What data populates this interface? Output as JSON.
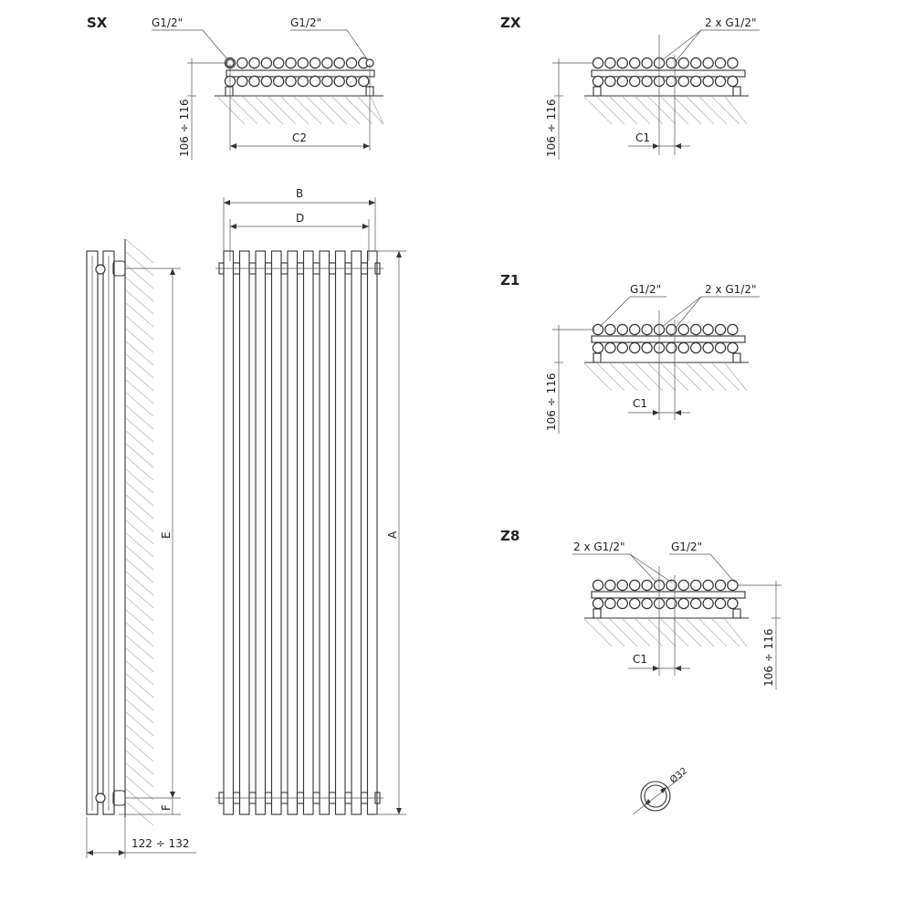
{
  "views": {
    "sx": {
      "heading": "SX",
      "label_left": "G1/2\"",
      "label_right": "G1/2\"",
      "height_dim": "106 ÷ 116",
      "spacing_dim": "C2"
    },
    "zx": {
      "heading": "ZX",
      "label_double": "2 x G1/2\"",
      "height_dim": "106 ÷ 116",
      "spacing_dim": "C1"
    },
    "z1": {
      "heading": "Z1",
      "label_single": "G1/2\"",
      "label_double": "2 x G1/2\"",
      "height_dim": "106 ÷ 116",
      "spacing_dim": "C1"
    },
    "z8": {
      "heading": "Z8",
      "label_double": "2 x G1/2\"",
      "label_single": "G1/2\"",
      "height_dim": "106 ÷ 116",
      "spacing_dim": "C1"
    }
  },
  "front_view": {
    "dim_b": "B",
    "dim_d": "D",
    "dim_a": "A"
  },
  "side_view": {
    "dim_e": "E",
    "dim_f": "F",
    "depth_dim": "122 ÷ 132"
  },
  "tube_section": {
    "diameter": "Ø32"
  }
}
